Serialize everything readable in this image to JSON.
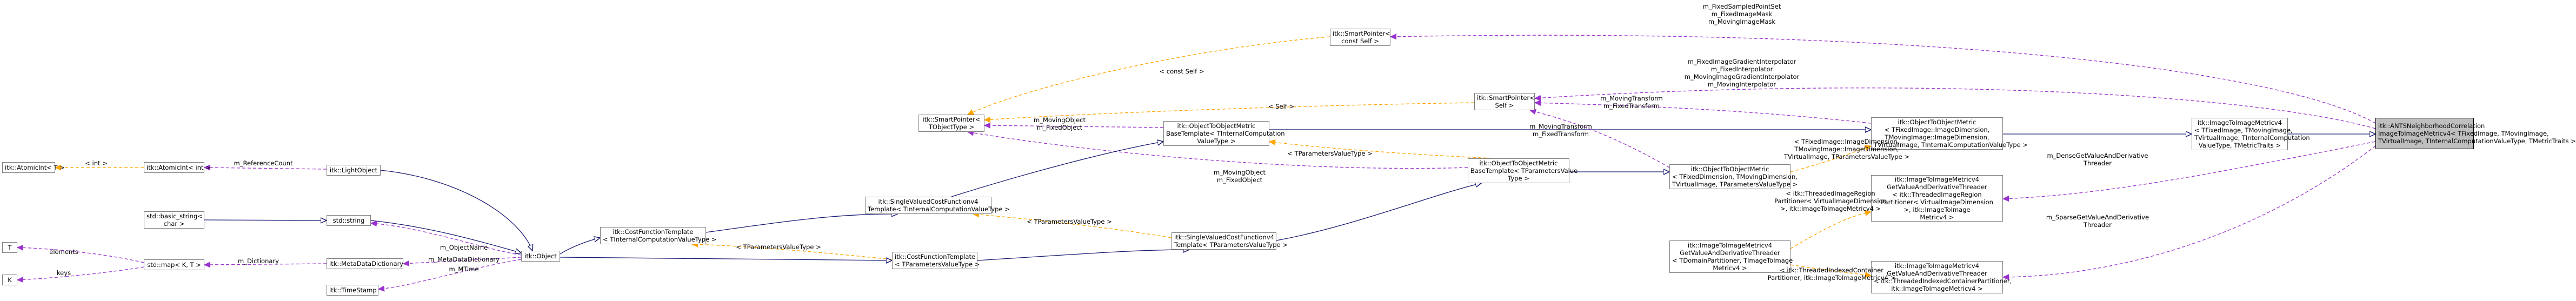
{
  "colors": {
    "inheritance": "#191970",
    "usage": "#9a32cd",
    "template": "#ffa500",
    "node_border": "#7f7f7f",
    "focus_fill": "#bfbfbf"
  },
  "nodes": [
    {
      "id": "n_focus",
      "lines": [
        "itk::ANTSNeighborhoodCorrelation",
        "ImageToImageMetricv4< TFixedImage, TMovingImage,",
        "TVirtualImage, TInternalComputationValueType, TMetricTraits >"
      ],
      "focus": true
    },
    {
      "id": "n_img2img",
      "lines": [
        "itk::ImageToImageMetricv4",
        "< TFixedImage, TMovingImage,",
        "TVirtualImage, TInternalComputation",
        "ValueType, TMetricTraits >"
      ]
    },
    {
      "id": "n_om_large",
      "lines": [
        "itk::ObjectToObjectMetric",
        "< TFixedImage::ImageDimension,",
        "TMovingImage::ImageDimension,",
        "TVirtualImage, TInternalComputationValueType >"
      ]
    },
    {
      "id": "n_getvalue1",
      "lines": [
        "itk::ImageToImageMetricv4",
        "GetValueAndDerivativeThreader",
        "< itk::ThreadedImageRegion",
        "Partitioner< VirtualImageDimension",
        ">, itk::ImageToImage",
        "Metricv4 >"
      ]
    },
    {
      "id": "n_getvalue2",
      "lines": [
        "itk::ImageToImageMetricv4",
        "GetValueAndDerivativeThreader",
        "< itk::ThreadedIndexedContainerPartitioner,",
        "itk::ImageToImageMetricv4 >"
      ]
    },
    {
      "id": "n_getvalue_base",
      "lines": [
        "itk::ImageToImageMetricv4",
        "GetValueAndDerivativeThreader",
        "< TDomainPartitioner, TImageToImage",
        "Metricv4 >"
      ]
    },
    {
      "id": "n_om_mid",
      "lines": [
        "itk::ObjectToObjectMetric",
        "< TFixedDimension, TMovingDimension,",
        "TVirtualImage, TParametersValueType >"
      ]
    },
    {
      "id": "n_om_base",
      "lines": [
        "itk::ObjectToObjectMetric",
        "BaseTemplate< TParametersValue",
        "Type >"
      ]
    },
    {
      "id": "n_om_base_int",
      "lines": [
        "itk::ObjectToObjectMetric",
        "BaseTemplate< TInternalComputation",
        "ValueType >"
      ]
    },
    {
      "id": "n_sp_self",
      "lines": [
        "itk::SmartPointer<",
        "Self >"
      ]
    },
    {
      "id": "n_sp_constself",
      "lines": [
        "itk::SmartPointer<",
        "const Self >"
      ]
    },
    {
      "id": "n_sp_tobj",
      "lines": [
        "itk::SmartPointer<",
        "TObjectType >"
      ]
    },
    {
      "id": "n_svcf4_int",
      "lines": [
        "itk::SingleValuedCostFunctionv4",
        "Template< TInternalComputationValueType >"
      ]
    },
    {
      "id": "n_svcf4_param",
      "lines": [
        "itk::SingleValuedCostFunctionv4",
        "Template< TParametersValueType >"
      ]
    },
    {
      "id": "n_cft_int",
      "lines": [
        "itk::CostFunctionTemplate",
        "< TInternalComputationValueType >"
      ]
    },
    {
      "id": "n_cft_param",
      "lines": [
        "itk::CostFunctionTemplate",
        "< TParametersValueType >"
      ]
    },
    {
      "id": "n_object",
      "lines": [
        "itk::Object"
      ]
    },
    {
      "id": "n_lightobject",
      "lines": [
        "itk::LightObject"
      ]
    },
    {
      "id": "n_atomic_int",
      "lines": [
        "itk::AtomicInt< int >"
      ]
    },
    {
      "id": "n_atomic_t",
      "lines": [
        "itk::AtomicInt< T >"
      ]
    },
    {
      "id": "n_string",
      "lines": [
        "std::string"
      ]
    },
    {
      "id": "n_basic_string",
      "lines": [
        "std::basic_string<",
        "char >"
      ]
    },
    {
      "id": "n_metadatadict",
      "lines": [
        "itk::MetaDataDictionary"
      ]
    },
    {
      "id": "n_map",
      "lines": [
        "std::map< K, T >"
      ]
    },
    {
      "id": "n_T",
      "lines": [
        "T"
      ]
    },
    {
      "id": "n_K",
      "lines": [
        "K"
      ]
    },
    {
      "id": "n_timestamp",
      "lines": [
        "itk::TimeStamp"
      ]
    }
  ],
  "edge_labels": [
    {
      "id": "l_fixed_sampled",
      "lines": [
        "m_FixedSampledPointSet",
        "m_FixedImageMask",
        "m_MovingImageMask"
      ]
    },
    {
      "id": "l_gradient_interp",
      "lines": [
        "m_FixedImageGradientInterpolator",
        "m_FixedInterpolator",
        "m_MovingImageGradientInterpolator",
        "m_MovingInterpolator"
      ]
    },
    {
      "id": "l_moving_fixed_transform",
      "lines": [
        "m_MovingTransform",
        "m_FixedTransform"
      ]
    },
    {
      "id": "l_moving_fixed_transform2",
      "lines": [
        "m_MovingTransform",
        "m_FixedTransform"
      ]
    },
    {
      "id": "l_const_self",
      "lines": [
        "< const Self >"
      ]
    },
    {
      "id": "l_self",
      "lines": [
        "< Self >"
      ]
    },
    {
      "id": "l_moving_fixed_object",
      "lines": [
        "m_MovingObject",
        "m_FixedObject"
      ]
    },
    {
      "id": "l_moving_fixed_object2",
      "lines": [
        "m_MovingObject",
        "m_FixedObject"
      ]
    },
    {
      "id": "l_tparam1",
      "lines": [
        "< TParametersValueType >"
      ]
    },
    {
      "id": "l_tparam2",
      "lines": [
        "< TParametersValueType >"
      ]
    },
    {
      "id": "l_tparam3",
      "lines": [
        "< TParametersValueType >"
      ]
    },
    {
      "id": "l_tfixed_long",
      "lines": [
        "< TFixedImage::ImageDimension,",
        "TMovingImage::ImageDimension,",
        "TVirtualImage, TParametersValueType >"
      ]
    },
    {
      "id": "l_dense",
      "lines": [
        "m_DenseGetValueAndDerivative",
        "Threader"
      ]
    },
    {
      "id": "l_sparse",
      "lines": [
        "m_SparseGetValueAndDerivative",
        "Threader"
      ]
    },
    {
      "id": "l_threaded_region",
      "lines": [
        "< itk::ThreadedImageRegion",
        "Partitioner< VirtualImageDimension",
        ">, itk::ImageToImageMetricv4 >"
      ]
    },
    {
      "id": "l_threaded_indexed",
      "lines": [
        "< itk::ThreadedIndexedContainer",
        "Partitioner, itk::ImageToImageMetricv4 >"
      ]
    },
    {
      "id": "l_int",
      "lines": [
        "< int >"
      ]
    },
    {
      "id": "l_refcount",
      "lines": [
        "m_ReferenceCount"
      ]
    },
    {
      "id": "l_objectname",
      "lines": [
        "m_ObjectName"
      ]
    },
    {
      "id": "l_metadatadict",
      "lines": [
        "m_MetaDataDictionary"
      ]
    },
    {
      "id": "l_mtime",
      "lines": [
        "m_MTime"
      ]
    },
    {
      "id": "l_dictionary",
      "lines": [
        "m_Dictionary"
      ]
    },
    {
      "id": "l_elements",
      "lines": [
        "elements"
      ]
    },
    {
      "id": "l_keys",
      "lines": [
        "keys"
      ]
    }
  ]
}
